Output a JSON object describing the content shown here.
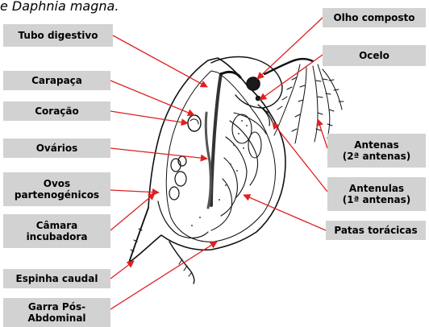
{
  "caption": "e Daphnia magna.",
  "labels": {
    "tubo_digestivo": "Tubo digestivo",
    "carapaca": "Carapaça",
    "coracao": "Coração",
    "ovarios": "Ovários",
    "ovos": "Ovos\npartenogénicos",
    "camara": "Câmara\nincubadora",
    "espinha": "Espinha caudal",
    "garra": "Garra Pós-\nAbdominal",
    "olho": "Olho composto",
    "ocelo": "Ocelo",
    "antenas": "Antenas\n(2ª antenas)",
    "antenulas": "Antenulas\n(1ª antenas)",
    "patas": "Patas torácicas"
  },
  "colors": {
    "label_bg": "#d2d2d2",
    "leader": "#e02020",
    "outline": "#111111"
  }
}
